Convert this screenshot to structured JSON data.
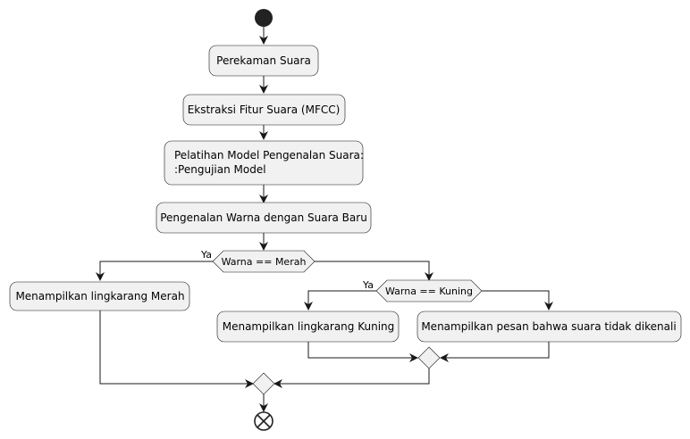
{
  "diagram": {
    "steps": {
      "s1": "Perekaman Suara",
      "s2": "Ekstraksi Fitur Suara (MFCC)",
      "s3_line1": "Pelatihan Model Pengenalan Suara:",
      "s3_line2": ":Pengujian Model",
      "s4": "Pengenalan Warna dengan Suara Baru",
      "s5": "Menampilkan lingkarang Merah",
      "s6": "Menampilkan lingkarang Kuning",
      "s7": "Menampilkan pesan bahwa suara tidak dikenali"
    },
    "decisions": {
      "d1": "Warna == Merah",
      "d2": "Warna == Kuning"
    },
    "guards": {
      "d1_yes": "Ya",
      "d2_yes": "Ya"
    },
    "colors": {
      "node_fill": "#f1f1f1",
      "stroke": "#181818",
      "start": "#222222"
    }
  }
}
